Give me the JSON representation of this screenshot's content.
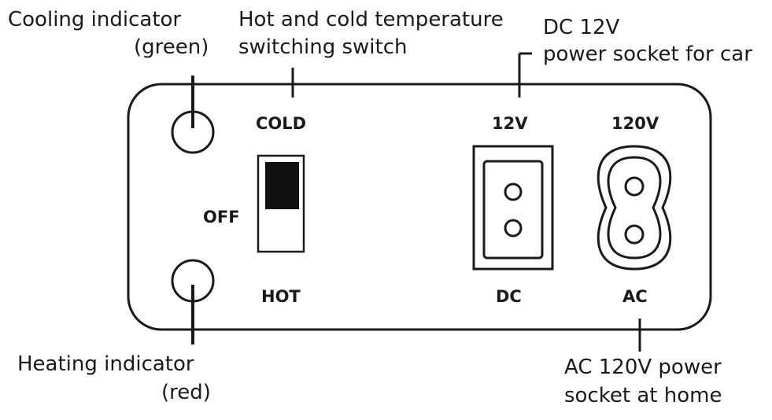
{
  "callouts": {
    "cooling_line1": "Cooling  indicator",
    "cooling_line2": "(green)",
    "switch_line1": "Hot and cold temperature",
    "switch_line2": "switching switch",
    "dc_line1": "DC 12V",
    "dc_line2": "power socket for car",
    "heating_line1": "Heating indicator",
    "heating_line2": "(red)",
    "ac_line1": "AC 120V power",
    "ac_line2": "socket at home"
  },
  "panel_labels": {
    "cold": "COLD",
    "off": "OFF",
    "hot": "HOT",
    "dc_voltage": "12V",
    "dc": "DC",
    "ac_voltage": "120V",
    "ac": "AC"
  },
  "colors": {
    "stroke": "#1a1a1a",
    "background": "#ffffff"
  }
}
